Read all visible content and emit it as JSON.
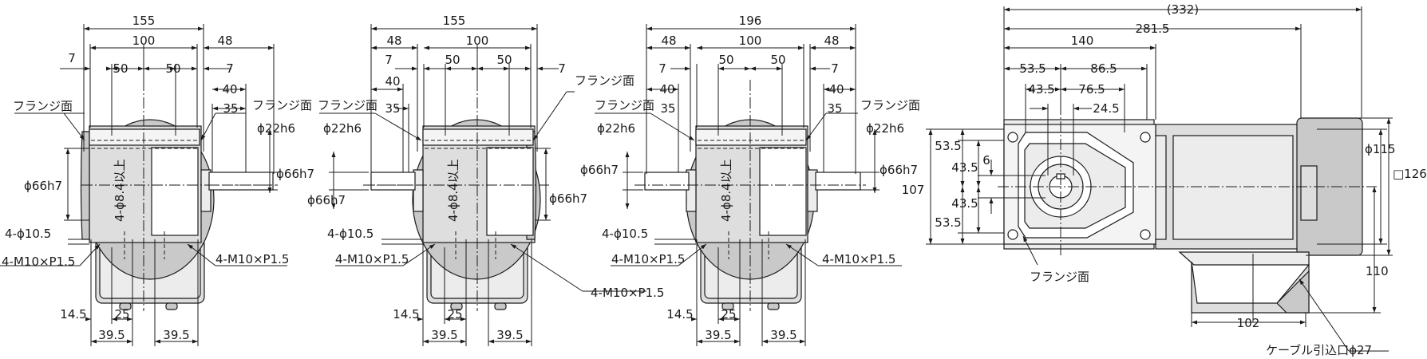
{
  "labels": {
    "d155": "155",
    "d100": "100",
    "d48": "48",
    "d50": "50",
    "d7": "7",
    "d40": "40",
    "d35": "35",
    "flange": "フランジ面",
    "shaft22": "ϕ22h6",
    "bore66": "ϕ66h7",
    "vert84": "4-ϕ8.4以上",
    "hole105": "4-ϕ10.5",
    "thread": "4-M10×P1.5",
    "d145": "14.5",
    "d25": "25",
    "d395": "39.5",
    "d196": "196",
    "d332": "(332)",
    "d2815": "281.5",
    "d140": "140",
    "d535": "53.5",
    "d865": "86.5",
    "d435": "43.5",
    "d765": "76.5",
    "d245": "24.5",
    "d6": "6",
    "d107": "107",
    "d115": "ϕ115",
    "d126": "□126",
    "d110": "110",
    "d102": "102",
    "cable": "ケーブル引込口ϕ27"
  }
}
